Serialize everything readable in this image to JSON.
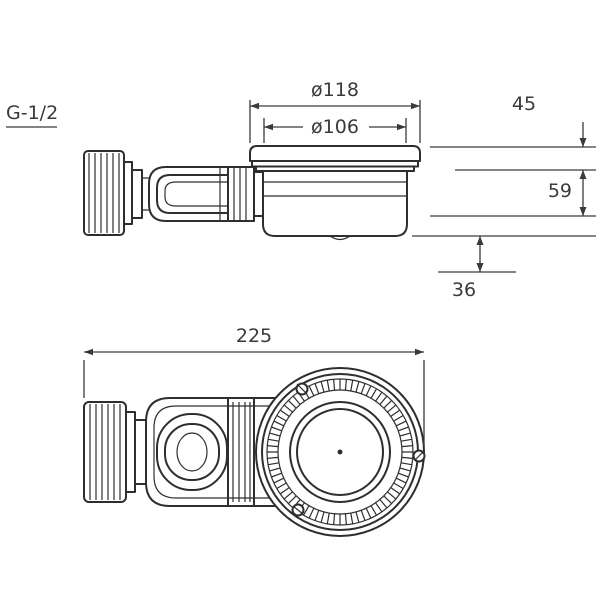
{
  "drawing": {
    "labels": {
      "thread_size": "G-1/2",
      "outer_diameter": "ø118",
      "inner_diameter": "ø106",
      "dim_height_top": "45",
      "dim_height_mid": "59",
      "dim_height_bottom": "36",
      "dim_overall_length": "225"
    },
    "colors": {
      "line": "#2e2e2e",
      "dimension": "#3a3a3a",
      "background": "#ffffff"
    }
  }
}
